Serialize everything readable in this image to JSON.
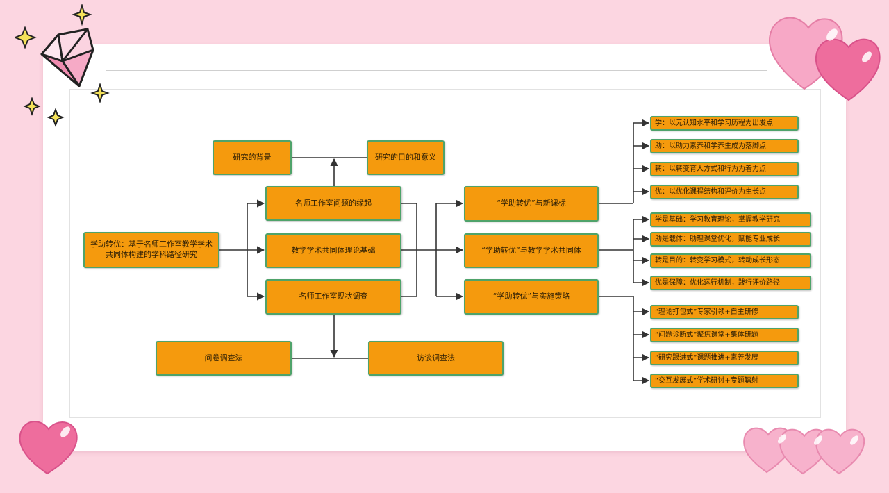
{
  "diagram": {
    "root": "学助转优：基于名师工作室教学学术共同体构建的学科路径研究",
    "top": {
      "background": "研究的背景",
      "purpose": "研究的目的和意义"
    },
    "middle": {
      "origin": "名师工作室问题的缘起",
      "theory": "教学学术共同体理论基础",
      "status": "名师工作室现状调查"
    },
    "bottom": {
      "questionnaire": "问卷调查法",
      "interview": "访谈调查法"
    },
    "branches": [
      {
        "label": "“学助转优”与新课标",
        "leaves": [
          "学：以元认知水平和学习历程为出发点",
          "助：以助力素养和学养生成为落脚点",
          "转：以转变育人方式和行为为着力点",
          "优：以优化课程结构和评价为生长点"
        ]
      },
      {
        "label": "“学助转优”与教学学术共同体",
        "leaves": [
          "学是基础：学习教育理论，掌握教学研究",
          "助是载体：助理课堂优化，赋能专业成长",
          "转是目的：转变学习模式，转动成长形态",
          "优是保障：优化运行机制，践行评价路径"
        ]
      },
      {
        "label": "“学助转优”与实施策略",
        "leaves": [
          "“理论打包式”专家引领+自主研修",
          "“问题诊断式”聚焦课堂+集体研题",
          "“研究跟进式”课题推进+素养发展",
          "“交互发展式”学术研讨+专题辐射"
        ]
      }
    ]
  },
  "colors": {
    "background": "#fcd6e1",
    "box_fill": "#f59a0d",
    "box_border": "#4fa36a",
    "connector": "#333333",
    "heart_pink": "#f4a3c3",
    "heart_dark": "#ec6a9a"
  },
  "decorations": [
    "diamond-icon",
    "sparkle-icon",
    "heart-icon"
  ]
}
